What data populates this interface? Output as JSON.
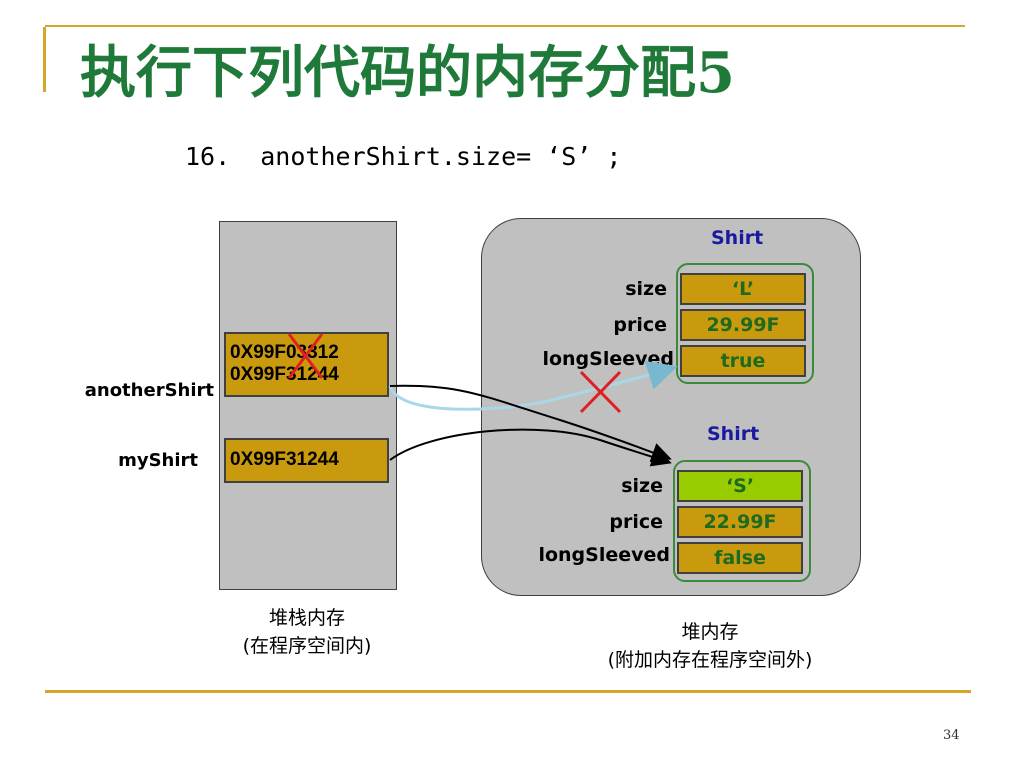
{
  "slide": {
    "title": "执行下列代码的内存分配5",
    "code_line": "16.  anotherShirt.size= ‘S’ ;",
    "page_number": "34"
  },
  "stack": {
    "caption_line1": "堆栈内存",
    "caption_line2": "(在程序空间内)",
    "variables": [
      {
        "name": "anotherShirt",
        "old_value": "0X99F03312",
        "value": "0X99F31244"
      },
      {
        "name": "myShirt",
        "value": "0X99F31244"
      }
    ]
  },
  "heap": {
    "caption_line1": "堆内存",
    "caption_line2": "(附加内存在程序空间外)",
    "objects": [
      {
        "class_name": "Shirt",
        "fields": [
          {
            "name": "size",
            "value": "‘L’"
          },
          {
            "name": "price",
            "value": "29.99F"
          },
          {
            "name": "longSleeved",
            "value": "true"
          }
        ]
      },
      {
        "class_name": "Shirt",
        "fields": [
          {
            "name": "size",
            "value": "‘S’"
          },
          {
            "name": "price",
            "value": "22.99F"
          },
          {
            "name": "longSleeved",
            "value": "false"
          }
        ]
      }
    ]
  },
  "colors": {
    "title": "#1f7a3a",
    "accent_rule": "#d4a62a",
    "memory_bg": "#c0c0c0",
    "cell_fill": "#c99a0d",
    "highlight_fill": "#99cc00",
    "class_label": "#1a1aa0",
    "cross": "#e02020",
    "old_reference_arrow": "#a8d8e8"
  }
}
